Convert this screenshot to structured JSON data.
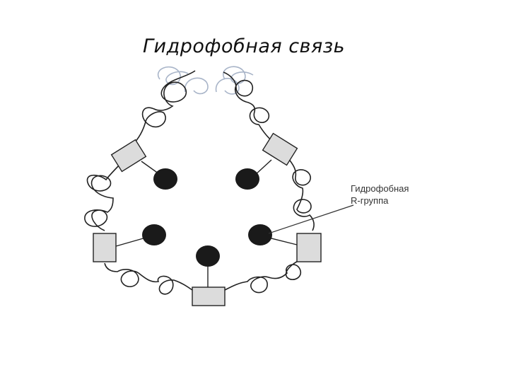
{
  "slide": {
    "title": "Гидрофобная связь"
  },
  "diagram": {
    "callout": {
      "line1": "Гидрофобная",
      "line2": "R-группа"
    },
    "colors": {
      "chain": "#222222",
      "residue_fill": "#dcdcdc",
      "r_group_fill": "#1a1a1a",
      "faded_loops": "#9aa8bf"
    },
    "counts": {
      "hydrophobic_r_groups": 5,
      "chain_residues": 5
    }
  }
}
